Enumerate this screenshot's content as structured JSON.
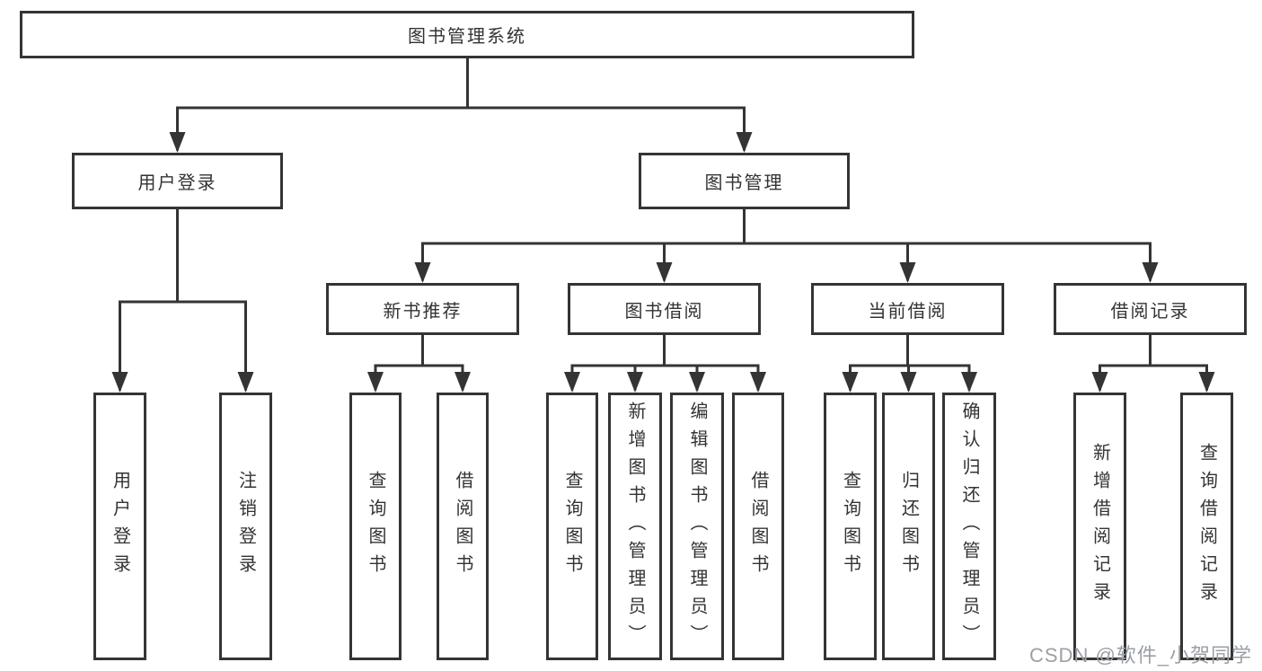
{
  "diagram_type": "hierarchy-tree",
  "tree": {
    "label": "图书管理系统",
    "children": [
      {
        "label": "用户登录",
        "children": [
          {
            "label": "用户登录"
          },
          {
            "label": "注销登录"
          }
        ]
      },
      {
        "label": "图书管理",
        "children": [
          {
            "label": "新书推荐",
            "children": [
              {
                "label": "查询图书"
              },
              {
                "label": "借阅图书"
              }
            ]
          },
          {
            "label": "图书借阅",
            "children": [
              {
                "label": "查询图书"
              },
              {
                "label": "新增图书（管理员）"
              },
              {
                "label": "编辑图书（管理员）"
              },
              {
                "label": "借阅图书"
              }
            ]
          },
          {
            "label": "当前借阅",
            "children": [
              {
                "label": "查询图书"
              },
              {
                "label": "归还图书"
              },
              {
                "label": "确认归还（管理员）"
              }
            ]
          },
          {
            "label": "借阅记录",
            "children": [
              {
                "label": "新增借阅记录"
              },
              {
                "label": "查询借阅记录"
              }
            ]
          }
        ]
      }
    ]
  },
  "watermark": {
    "text": "CSDN @软件_小贺同学"
  },
  "colors": {
    "line": "#343434",
    "text": "#333333",
    "watermark": "#9ba0a6",
    "background": "#ffffff"
  }
}
